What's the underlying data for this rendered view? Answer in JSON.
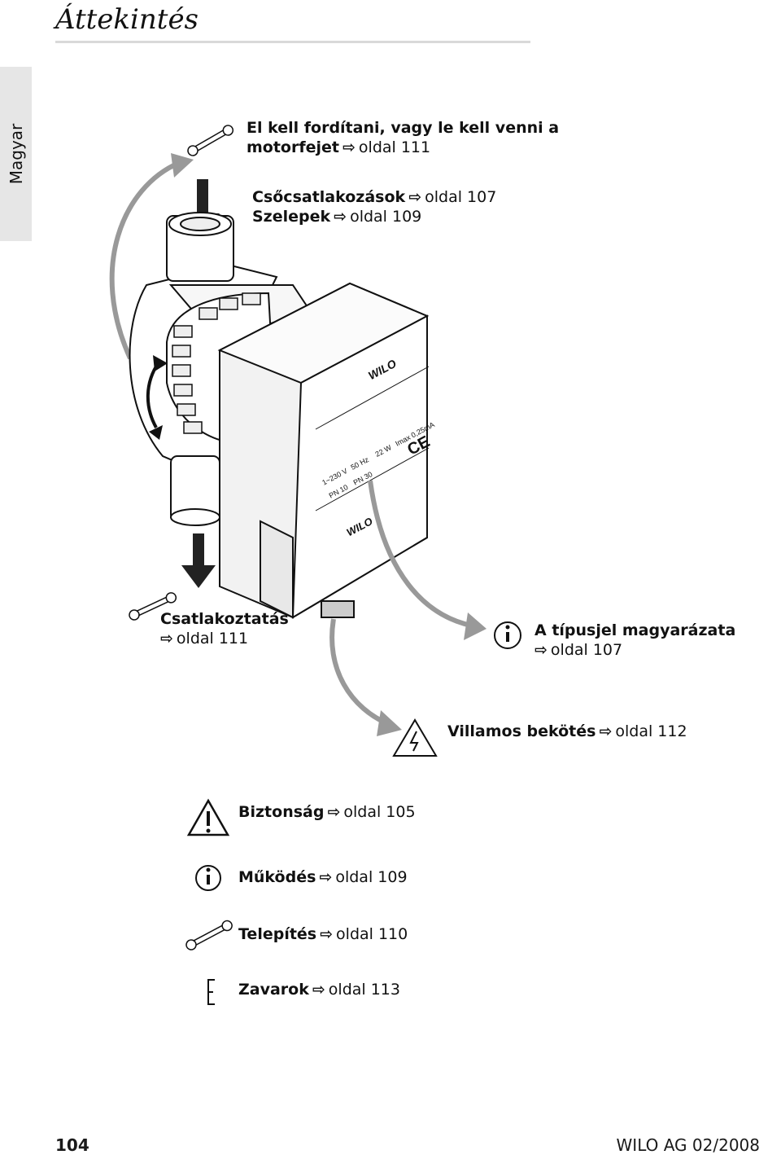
{
  "page": {
    "title": "Áttekintés",
    "side_tab": "Magyar"
  },
  "callouts": {
    "motorfej": {
      "bold": "El kell fordítani, vagy le kell venni a",
      "bold2": "motorfejet",
      "ref": "oldal 111"
    },
    "cso": {
      "bold": "Csőcsatlakozások",
      "ref": "oldal 107"
    },
    "szelepek": {
      "bold": "Szelepek",
      "ref": "oldal 109"
    },
    "csatlakoztatas": {
      "bold": "Csatlakoztatás",
      "ref": "oldal 111"
    },
    "tipusjel": {
      "bold": "A típusjel magyarázata",
      "ref": "oldal 107"
    },
    "villamos": {
      "bold": "Villamos bekötés",
      "ref": "oldal 112"
    }
  },
  "index": [
    {
      "label": "Biztonság",
      "ref": "oldal 105",
      "icon": "warning-icon"
    },
    {
      "label": "Működés",
      "ref": "oldal 109",
      "icon": "info-icon"
    },
    {
      "label": "Telepítés",
      "ref": "oldal 110",
      "icon": "wrench-icon"
    },
    {
      "label": "Zavarok",
      "ref": "oldal 113",
      "icon": "bracket-icon"
    }
  ],
  "nameplate": {
    "brand": "WILO",
    "rating1": "1~230 V",
    "rating2": "50 Hz",
    "rating3": "22 W",
    "rating4": "Imax 0,25mA",
    "pn1": "PN 10",
    "pn2": "PN 30",
    "ce": "CE"
  },
  "footer": {
    "page_number": "104",
    "publisher": "WILO AG 02/2008"
  },
  "arrow_glyph": "⇨"
}
